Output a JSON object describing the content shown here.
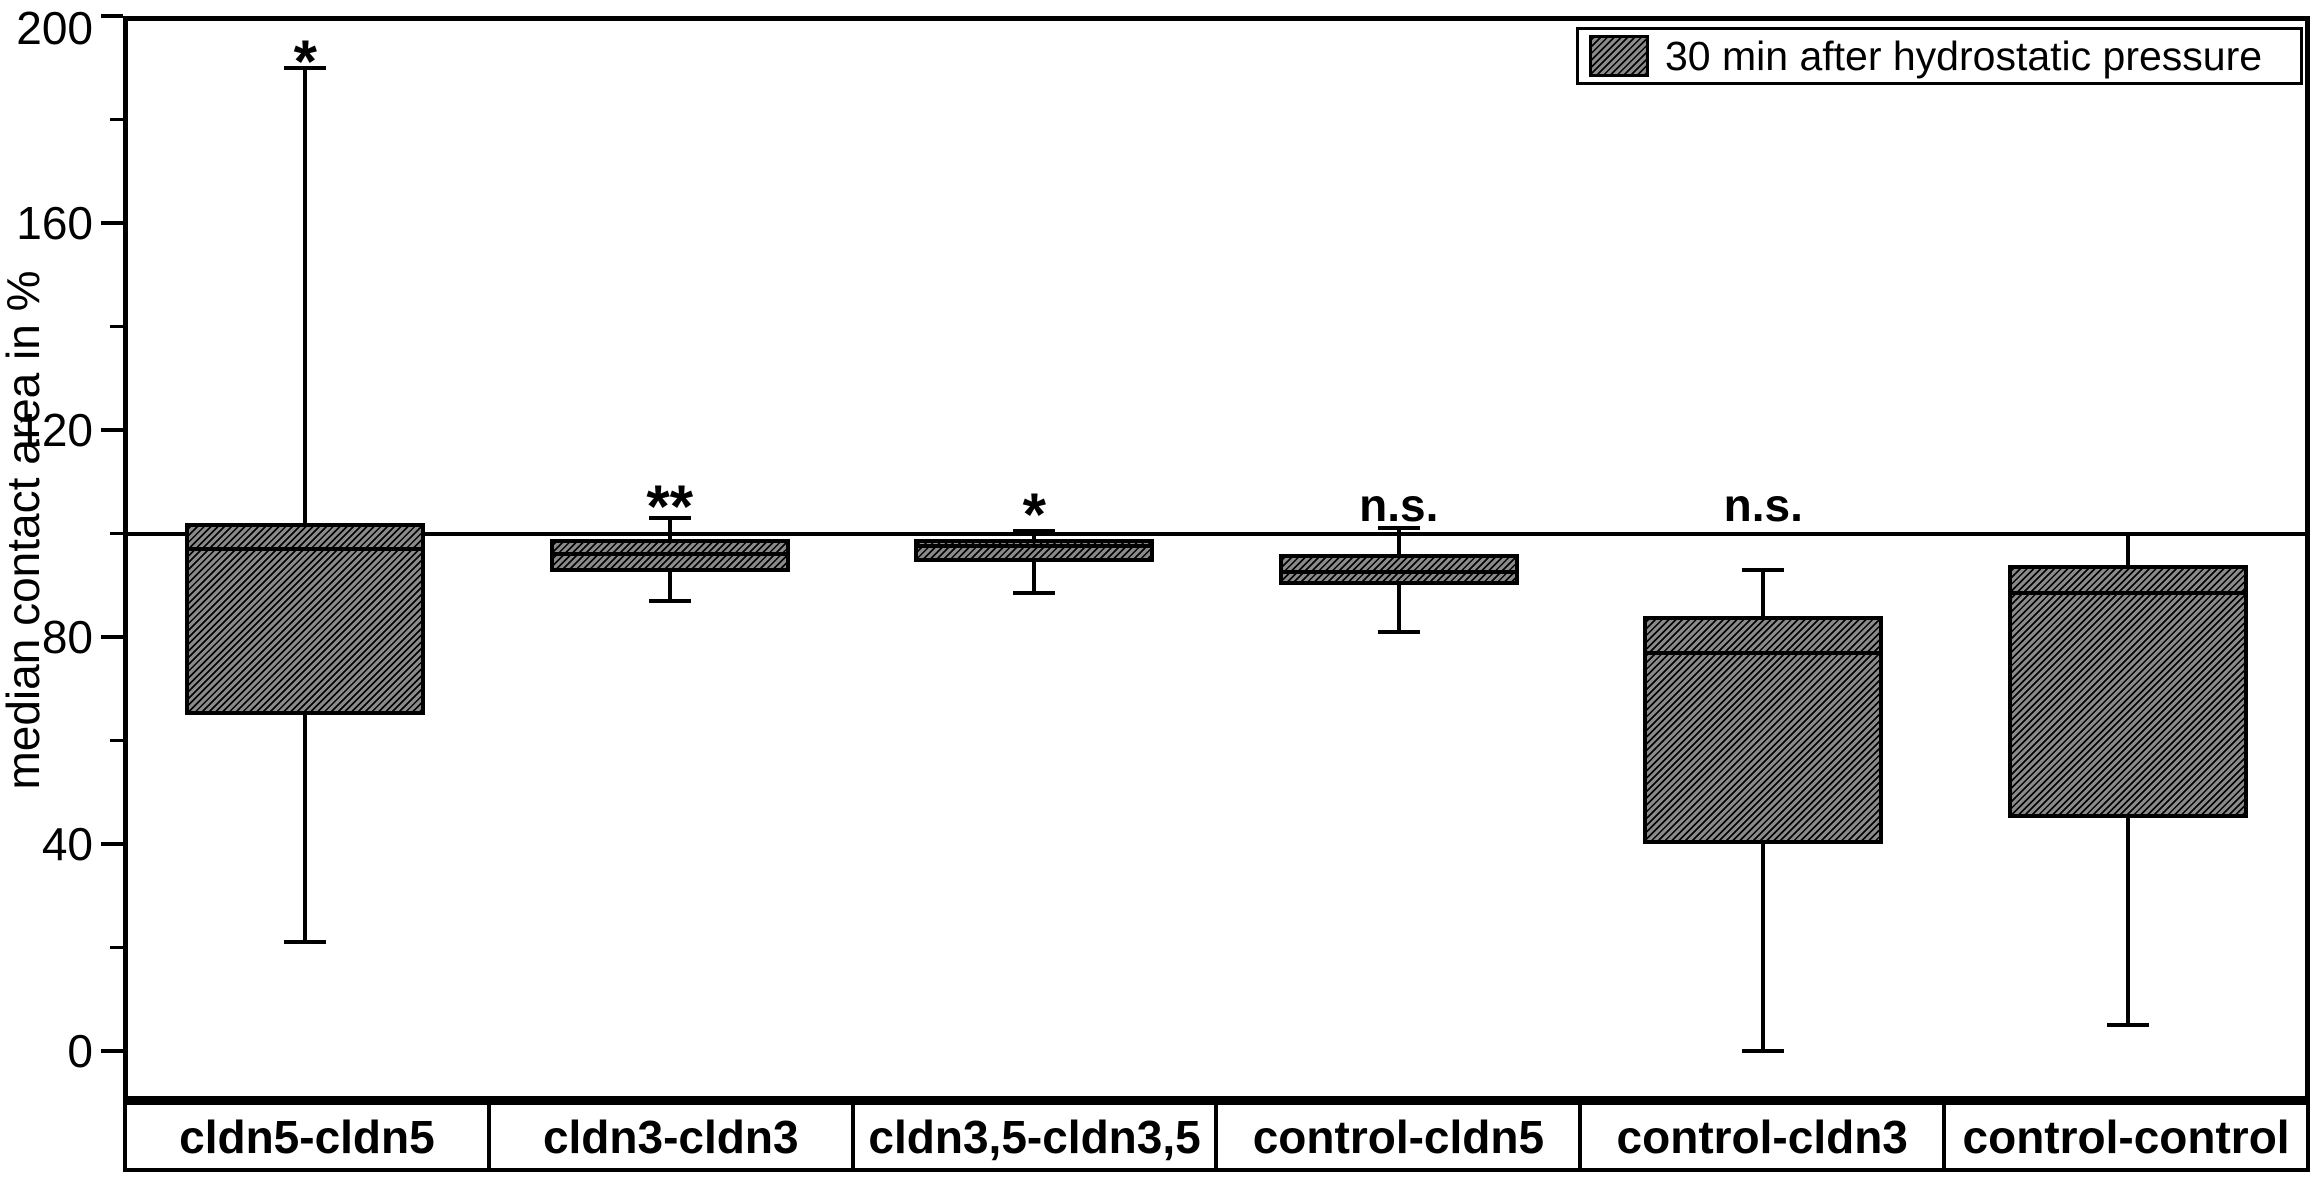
{
  "figure": {
    "background_color": "#ffffff",
    "line_color": "#000000",
    "box_fill_color": "#8a8a8a",
    "hatch_style": "forward-diagonal-black-lines"
  },
  "legend": {
    "label": "30 min after hydrostatic pressure",
    "swatch": "hatched-gray-box",
    "position": "top-right-inside"
  },
  "y_axis": {
    "label": "median contact area in %",
    "ticks": [
      0,
      40,
      80,
      120,
      160,
      200
    ],
    "tick_labels": [
      "0",
      "40",
      "80",
      "120",
      "160",
      "200"
    ],
    "minor_ticks": [
      20,
      60,
      100,
      140,
      180
    ]
  },
  "chart_data": {
    "type": "box",
    "title": "",
    "xlabel": "",
    "ylabel": "median contact area in %",
    "ylim": [
      -9.7,
      200
    ],
    "grid": false,
    "legend_position": "top-right-inside",
    "legend_entries": [
      "30 min after hydrostatic pressure"
    ],
    "reference_line_y": 100,
    "categories": [
      "cldn5-cldn5",
      "cldn3-cldn3",
      "cldn3,5-cldn3,5",
      "control-cldn5",
      "control-cldn3",
      "control-control"
    ],
    "boxes": [
      {
        "category": "cldn5-cldn5",
        "whisker_low": 21,
        "q1": 65,
        "median": 97,
        "q3": 102,
        "whisker_high": 190,
        "significance": "*",
        "sig_y": 194
      },
      {
        "category": "cldn3-cldn3",
        "whisker_low": 87,
        "q1": 92.5,
        "median": 96,
        "q3": 99,
        "whisker_high": 103,
        "significance": "**",
        "sig_y": 108
      },
      {
        "category": "cldn3,5-cldn3,5",
        "whisker_low": 88.5,
        "q1": 94.5,
        "median": 97.5,
        "q3": 99,
        "whisker_high": 100.5,
        "significance": "*",
        "sig_y": 106.5
      },
      {
        "category": "control-cldn5",
        "whisker_low": 81,
        "q1": 90,
        "median": 92.5,
        "q3": 96,
        "whisker_high": 101,
        "significance": "n.s.",
        "sig_y": 105.5
      },
      {
        "category": "control-cldn3",
        "whisker_low": 0,
        "q1": 40,
        "median": 77,
        "q3": 84,
        "whisker_high": 93,
        "significance": "n.s.",
        "sig_y": 105.5
      },
      {
        "category": "control-control",
        "whisker_low": 5,
        "q1": 45,
        "median": 88.5,
        "q3": 94,
        "whisker_high": 100,
        "significance": "",
        "sig_y": null
      }
    ]
  }
}
